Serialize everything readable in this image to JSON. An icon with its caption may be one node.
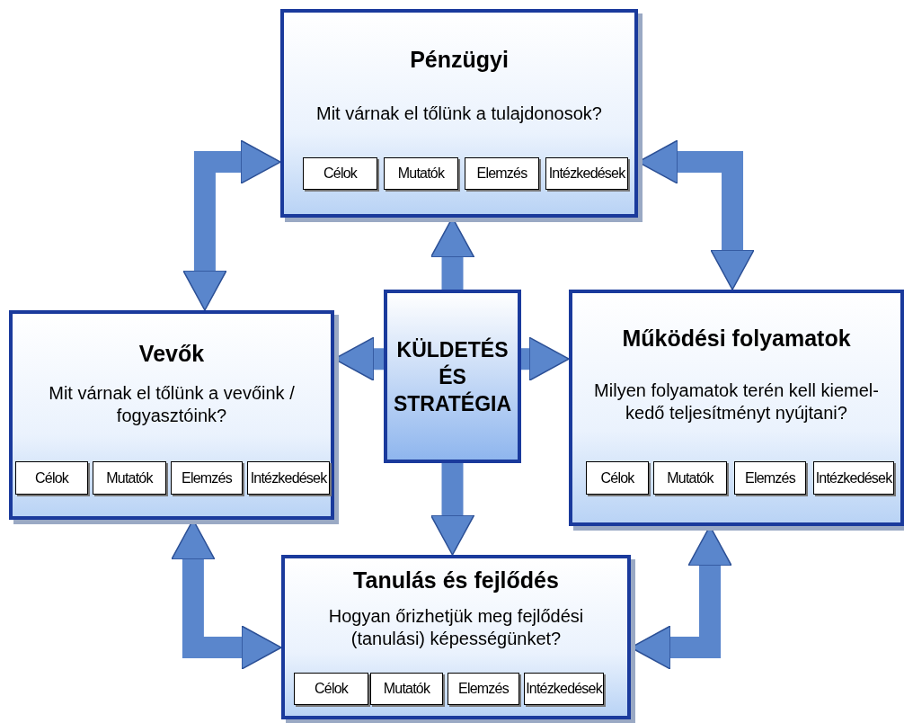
{
  "diagram": {
    "nodes": [
      {
        "text": [
          "Pénzügyi",
          "Mit várnak el tőlünk a tulajdonosok?"
        ]
      },
      {
        "text": [
          "Célok"
        ],
        "in": 0
      },
      {
        "text": [
          "Mutatók"
        ],
        "in": 0
      },
      {
        "text": [
          "Elemzés"
        ],
        "in": 0
      },
      {
        "text": [
          "Intézkedések"
        ],
        "in": 0
      },
      {
        "text": [
          "Vevők",
          "Mit várnak el tőlünk a vevőink / fogyasztóink?"
        ]
      },
      {
        "text": [
          "Célok"
        ],
        "in": 5
      },
      {
        "text": [
          "Mutatók"
        ],
        "in": 5
      },
      {
        "text": [
          "Elemzés"
        ],
        "in": 5
      },
      {
        "text": [
          "Intézkedések"
        ],
        "in": 5
      },
      {
        "text": [
          "KÜLDETÉS ÉS STRATÉGIA"
        ]
      },
      {
        "text": [
          "Működési folyamatok",
          "Milyen folyamatok terén kell kiemel-kedő teljesítményt nyújtani?"
        ]
      },
      {
        "text": [
          "Célok"
        ],
        "in": 11
      },
      {
        "text": [
          "Mutatók"
        ],
        "in": 11
      },
      {
        "text": [
          "Elemzés"
        ],
        "in": 11
      },
      {
        "text": [
          "Intézkedések"
        ],
        "in": 11
      },
      {
        "text": [
          "Tanulás és fejlődés",
          "Hogyan őrizhetjük meg fejlődési (tanulási) képességünket?"
        ]
      },
      {
        "text": [
          "Célok"
        ],
        "in": 16
      },
      {
        "text": [
          "Mutatók"
        ],
        "in": 16
      },
      {
        "text": [
          "Elemzés"
        ],
        "in": 16
      },
      {
        "text": [
          "Intézkedések"
        ],
        "in": 16
      }
    ],
    "edges": [
      {
        "from": 10,
        "to": 0,
        "arrow": "to"
      },
      {
        "from": 10,
        "to": 5,
        "arrow": "to"
      },
      {
        "from": 10,
        "to": 11,
        "arrow": "to"
      },
      {
        "from": 10,
        "to": 16,
        "arrow": "to"
      },
      {
        "from": 0,
        "to": 5,
        "arrow": "both"
      },
      {
        "from": 0,
        "to": 11,
        "arrow": "both"
      },
      {
        "from": 5,
        "to": 16,
        "arrow": "both"
      },
      {
        "from": 16,
        "to": 11,
        "arrow": "both"
      }
    ]
  }
}
